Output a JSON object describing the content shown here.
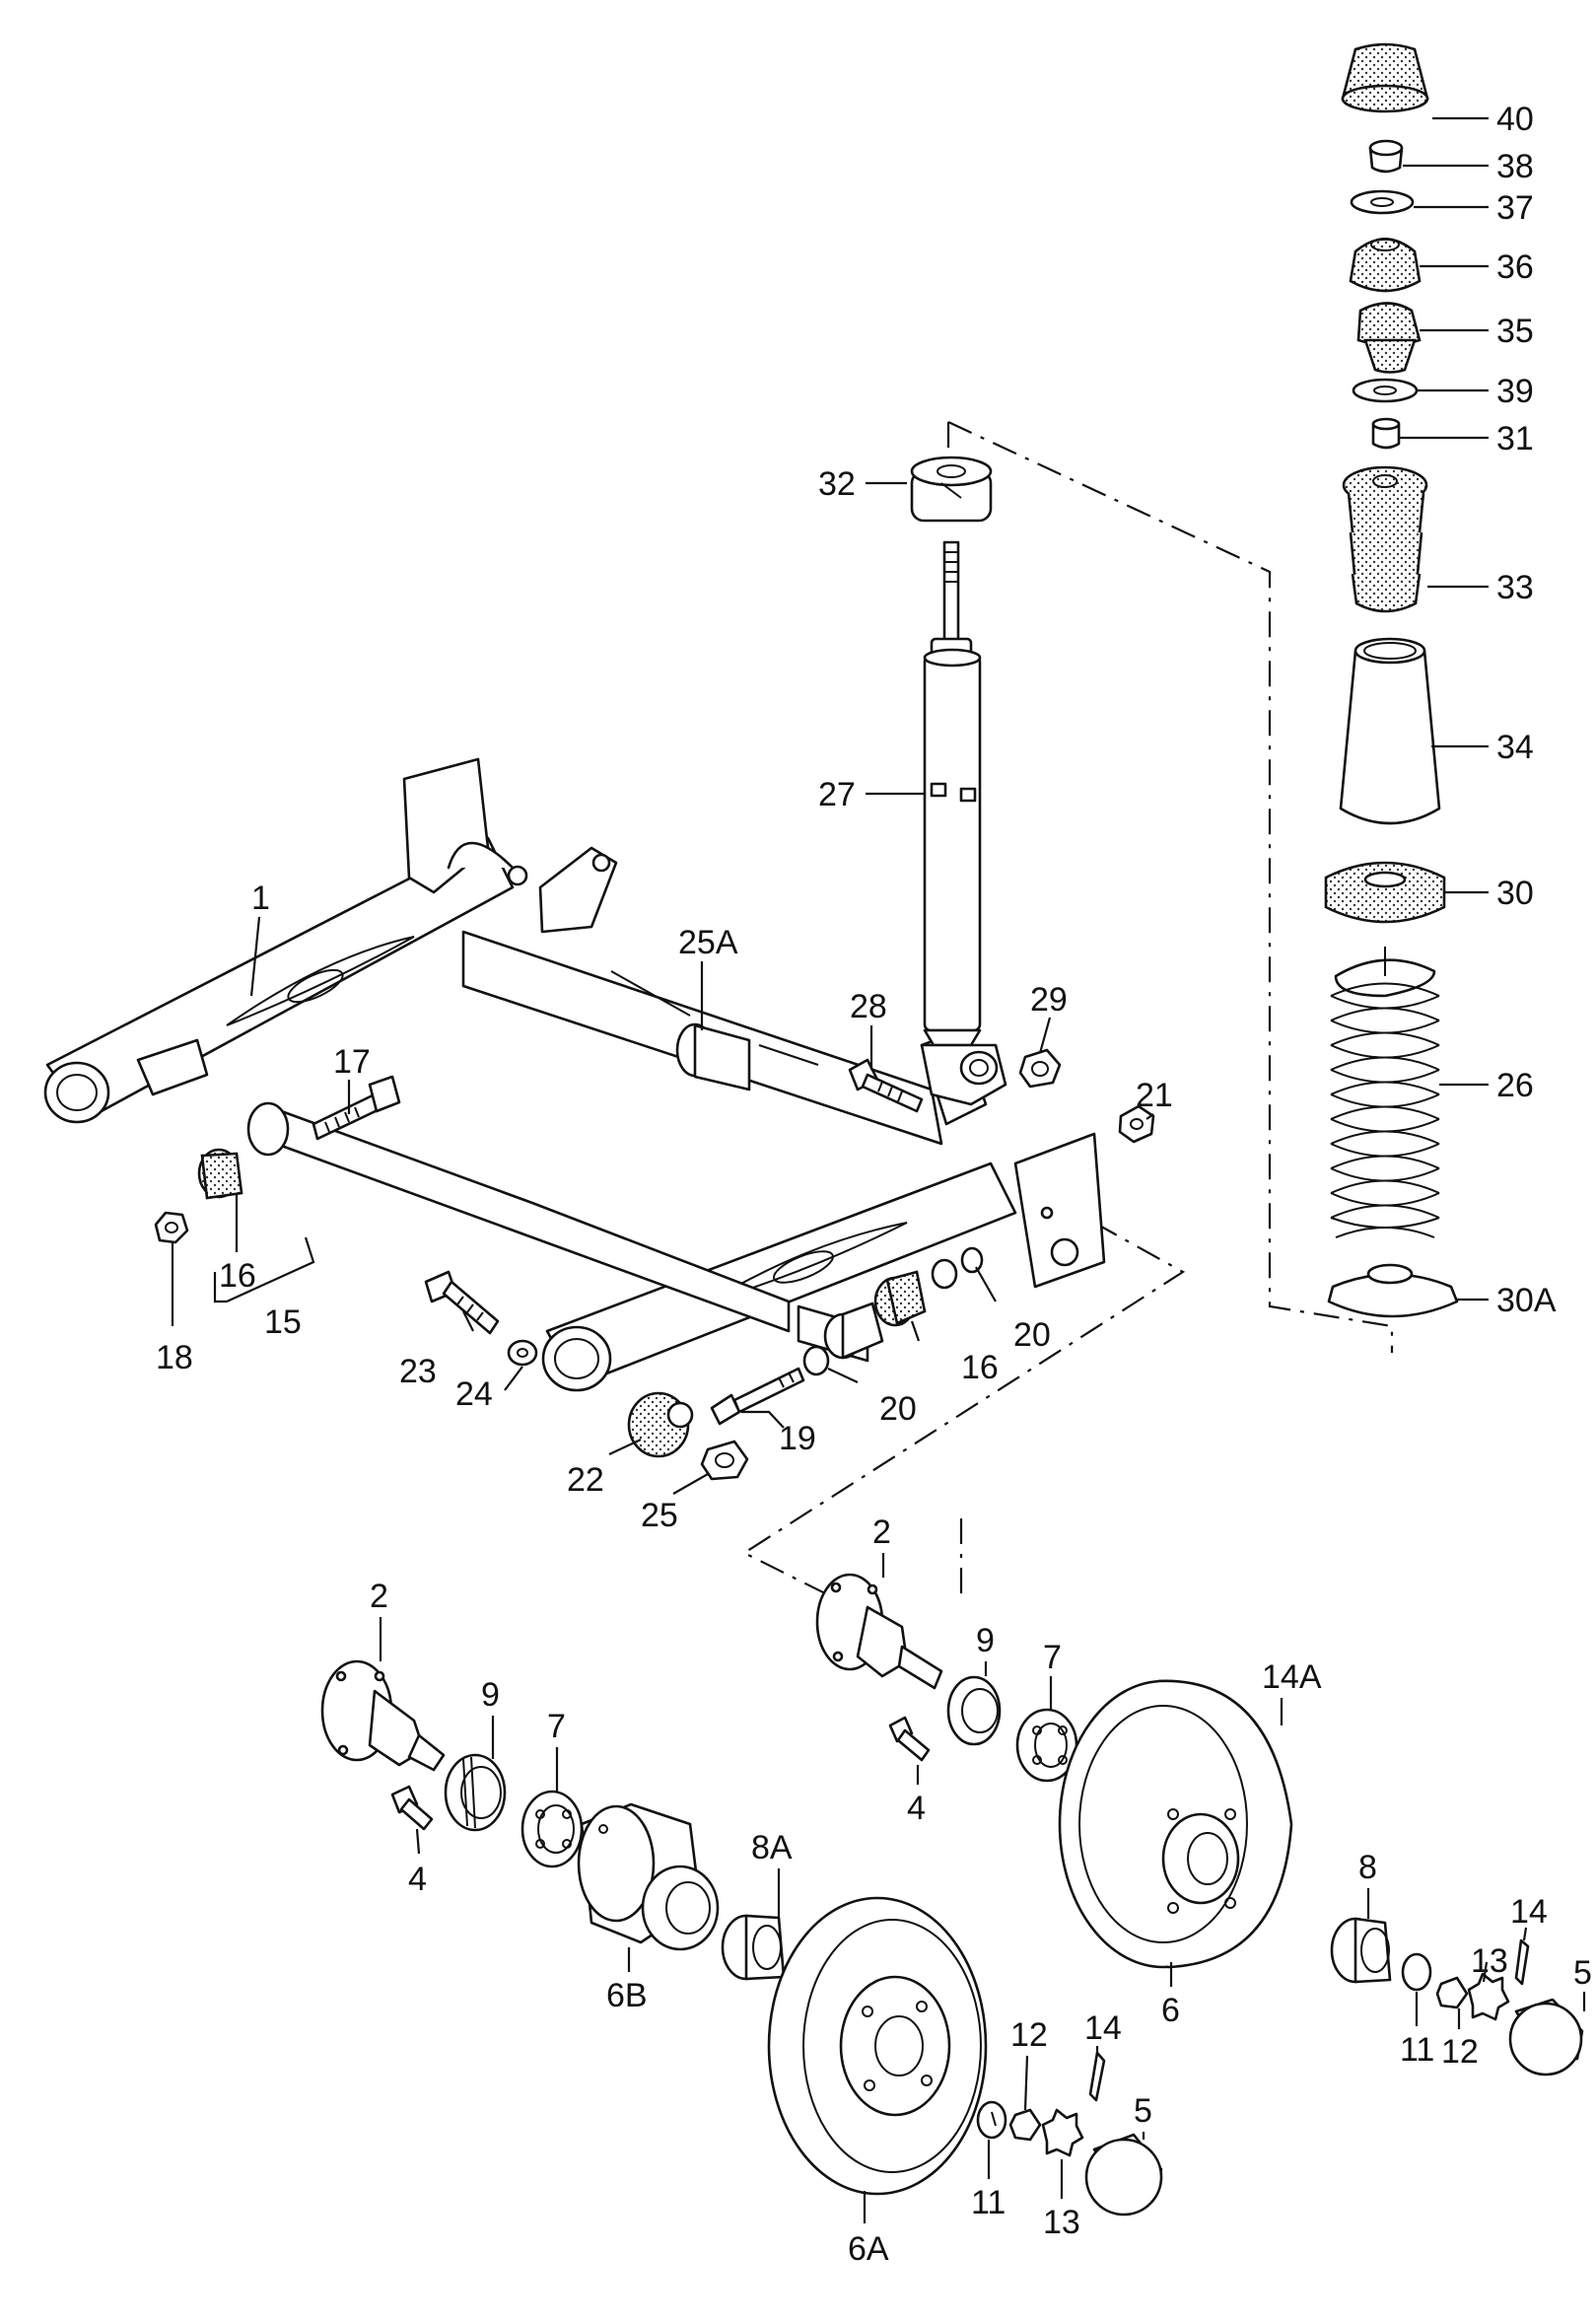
{
  "labels": {
    "l1": "1",
    "l2a": "2",
    "l2b": "2",
    "l4a": "4",
    "l4b": "4",
    "l5a": "5",
    "l5b": "5",
    "l6": "6",
    "l6A": "6A",
    "l6B": "6B",
    "l7a": "7",
    "l7b": "7",
    "l8": "8",
    "l8A": "8A",
    "l9a": "9",
    "l9b": "9",
    "l11a": "11",
    "l11b": "11",
    "l12a": "12",
    "l12b": "12",
    "l13a": "13",
    "l13b": "13",
    "l14a": "14",
    "l14b": "14",
    "l14A": "14A",
    "l15": "15",
    "l16a": "16",
    "l16b": "16",
    "l17": "17",
    "l18": "18",
    "l19": "19",
    "l20a": "20",
    "l20b": "20",
    "l21": "21",
    "l22": "22",
    "l23": "23",
    "l24": "24",
    "l25": "25",
    "l25A": "25A",
    "l26": "26",
    "l27": "27",
    "l28": "28",
    "l29": "29",
    "l30": "30",
    "l30A": "30A",
    "l31": "31",
    "l32": "32",
    "l33": "33",
    "l34": "34",
    "l35": "35",
    "l36": "36",
    "l37": "37",
    "l38": "38",
    "l39": "39",
    "l40": "40"
  }
}
